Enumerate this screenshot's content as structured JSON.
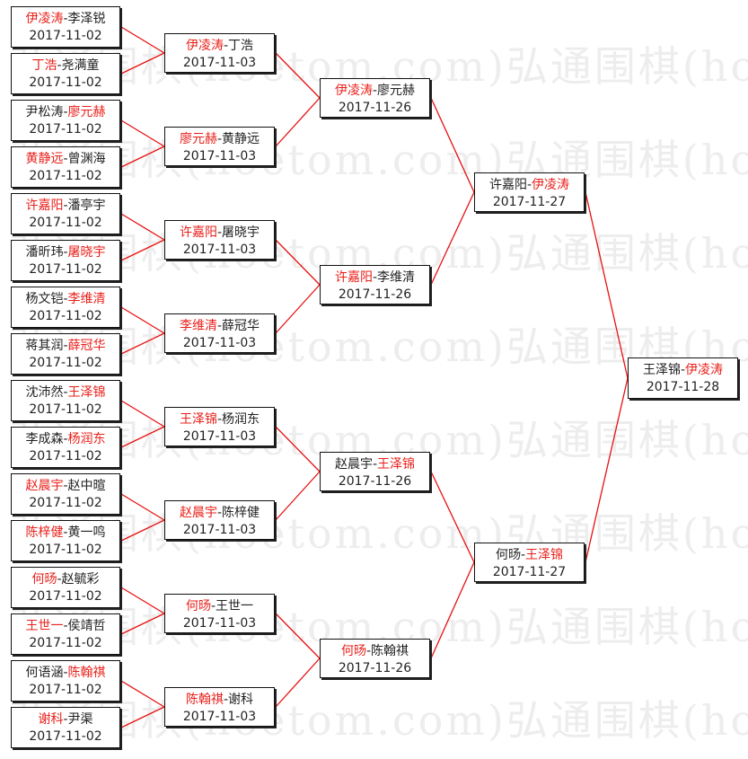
{
  "watermark": {
    "text": "弘通围棋(hoetom.com)弘通围棋(hoetom.com)弘通围棋(hoetom.com)弘通围棋"
  },
  "colors": {
    "winner": "#e8201a",
    "text": "#222222",
    "line": "#e81010"
  },
  "rounds": [
    {
      "name": "r1",
      "matches": [
        {
          "p1": "伊凌涛",
          "p2": "李泽锐",
          "winner": 1,
          "date": "2017-11-02"
        },
        {
          "p1": "丁浩",
          "p2": "尧满童",
          "winner": 1,
          "date": "2017-11-02"
        },
        {
          "p1": "尹松涛",
          "p2": "廖元赫",
          "winner": 2,
          "date": "2017-11-02"
        },
        {
          "p1": "黄静远",
          "p2": "曾渊海",
          "winner": 1,
          "date": "2017-11-02"
        },
        {
          "p1": "许嘉阳",
          "p2": "潘亭宇",
          "winner": 1,
          "date": "2017-11-02"
        },
        {
          "p1": "潘昕玮",
          "p2": "屠晓宇",
          "winner": 2,
          "date": "2017-11-02"
        },
        {
          "p1": "杨文铠",
          "p2": "李维清",
          "winner": 2,
          "date": "2017-11-02"
        },
        {
          "p1": "蒋其润",
          "p2": "薛冠华",
          "winner": 2,
          "date": "2017-11-02"
        },
        {
          "p1": "沈沛然",
          "p2": "王泽锦",
          "winner": 2,
          "date": "2017-11-02"
        },
        {
          "p1": "李成森",
          "p2": "杨润东",
          "winner": 2,
          "date": "2017-11-02"
        },
        {
          "p1": "赵晨宇",
          "p2": "赵中暄",
          "winner": 1,
          "date": "2017-11-02"
        },
        {
          "p1": "陈梓健",
          "p2": "黄一鸣",
          "winner": 1,
          "date": "2017-11-02"
        },
        {
          "p1": "何旸",
          "p2": "赵毓彩",
          "winner": 1,
          "date": "2017-11-02"
        },
        {
          "p1": "王世一",
          "p2": "侯靖哲",
          "winner": 1,
          "date": "2017-11-02"
        },
        {
          "p1": "何语涵",
          "p2": "陈翰祺",
          "winner": 2,
          "date": "2017-11-02"
        },
        {
          "p1": "谢科",
          "p2": "尹渠",
          "winner": 1,
          "date": "2017-11-02"
        }
      ]
    },
    {
      "name": "r2",
      "matches": [
        {
          "p1": "伊凌涛",
          "p2": "丁浩",
          "winner": 1,
          "date": "2017-11-03"
        },
        {
          "p1": "廖元赫",
          "p2": "黄静远",
          "winner": 1,
          "date": "2017-11-03"
        },
        {
          "p1": "许嘉阳",
          "p2": "屠晓宇",
          "winner": 1,
          "date": "2017-11-03"
        },
        {
          "p1": "李维清",
          "p2": "薛冠华",
          "winner": 1,
          "date": "2017-11-03"
        },
        {
          "p1": "王泽锦",
          "p2": "杨润东",
          "winner": 1,
          "date": "2017-11-03"
        },
        {
          "p1": "赵晨宇",
          "p2": "陈梓健",
          "winner": 1,
          "date": "2017-11-03"
        },
        {
          "p1": "何旸",
          "p2": "王世一",
          "winner": 1,
          "date": "2017-11-03"
        },
        {
          "p1": "陈翰祺",
          "p2": "谢科",
          "winner": 1,
          "date": "2017-11-03"
        }
      ]
    },
    {
      "name": "r3",
      "matches": [
        {
          "p1": "伊凌涛",
          "p2": "廖元赫",
          "winner": 1,
          "date": "2017-11-26"
        },
        {
          "p1": "许嘉阳",
          "p2": "李维清",
          "winner": 1,
          "date": "2017-11-26"
        },
        {
          "p1": "赵晨宇",
          "p2": "王泽锦",
          "winner": 2,
          "date": "2017-11-26"
        },
        {
          "p1": "何旸",
          "p2": "陈翰祺",
          "winner": 1,
          "date": "2017-11-26"
        }
      ]
    },
    {
      "name": "r4",
      "matches": [
        {
          "p1": "许嘉阳",
          "p2": "伊凌涛",
          "winner": 2,
          "date": "2017-11-27"
        },
        {
          "p1": "何旸",
          "p2": "王泽锦",
          "winner": 2,
          "date": "2017-11-27"
        }
      ]
    },
    {
      "name": "final",
      "matches": [
        {
          "p1": "王泽锦",
          "p2": "伊凌涛",
          "winner": 2,
          "date": "2017-11-28"
        }
      ]
    }
  ]
}
